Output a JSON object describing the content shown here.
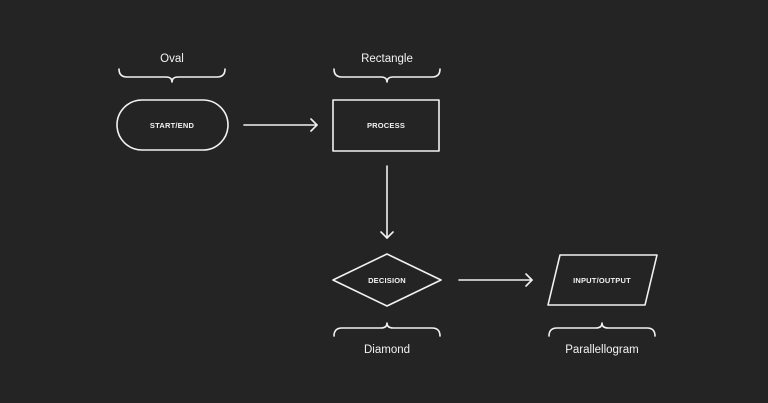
{
  "theme": {
    "background": "#242424",
    "foreground": "#f2f2f2"
  },
  "shapes": {
    "oval": {
      "caption": "Oval",
      "label": "START/END"
    },
    "rectangle": {
      "caption": "Rectangle",
      "label": "PROCESS"
    },
    "diamond": {
      "caption": "Diamond",
      "label": "DECISION"
    },
    "parallelogram": {
      "caption": "Parallellogram",
      "label": "INPUT/OUTPUT"
    }
  }
}
